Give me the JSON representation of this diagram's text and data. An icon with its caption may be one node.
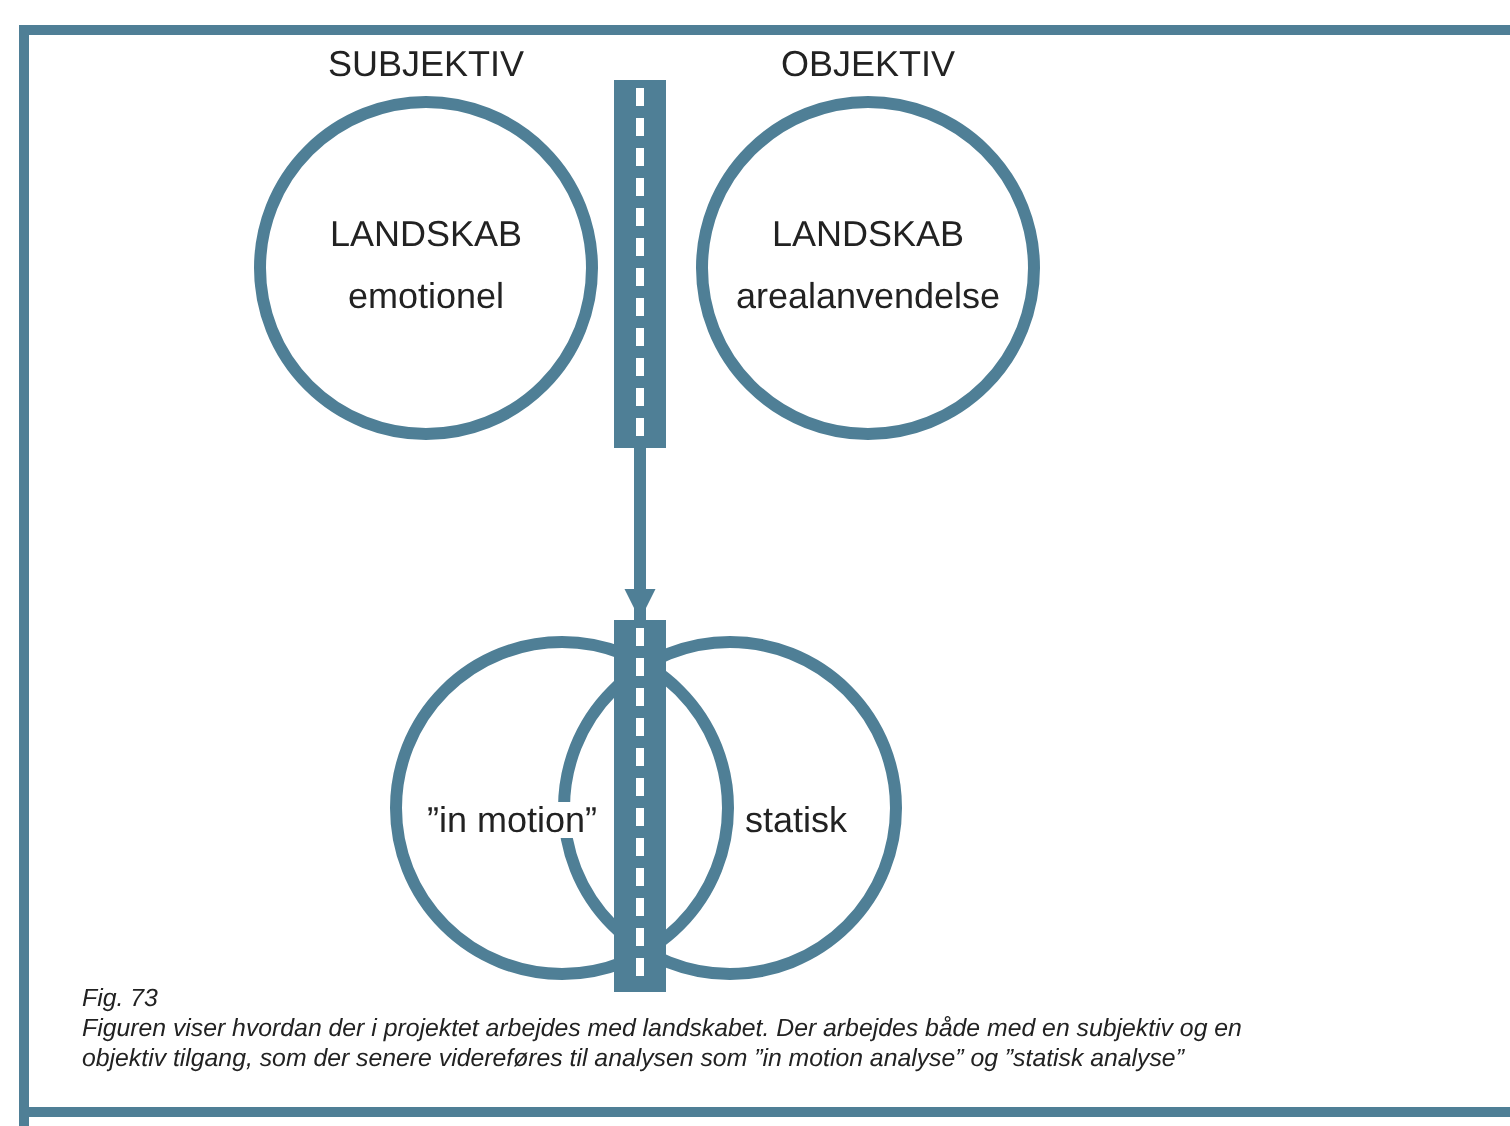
{
  "diagram": {
    "caption": "Figuren viser hvordan der i projektet arbejdes med landskabet. Der arbejdes både med en subjektiv og en objektiv tilgang, som der senere videreføres til analysen som ”in motion analyse” og ”statisk analyse”",
    "nodes": [
      {
        "text": [
          "SUBJEKTIV",
          "LANDSKAB",
          "emotionel"
        ]
      },
      {
        "text": [
          "OBJEKTIV",
          "LANDSKAB",
          "arealanvendelse"
        ]
      },
      {
        "text": [],
        "shape": "bar"
      },
      {
        "text": [
          "”in motion”"
        ]
      },
      {
        "text": [
          "statisk"
        ]
      },
      {
        "text": [],
        "shape": "bar"
      }
    ],
    "edges": [
      {
        "from": 2,
        "to": 5,
        "arrow": "to"
      }
    ],
    "labels": [
      "Fig. 73"
    ]
  }
}
